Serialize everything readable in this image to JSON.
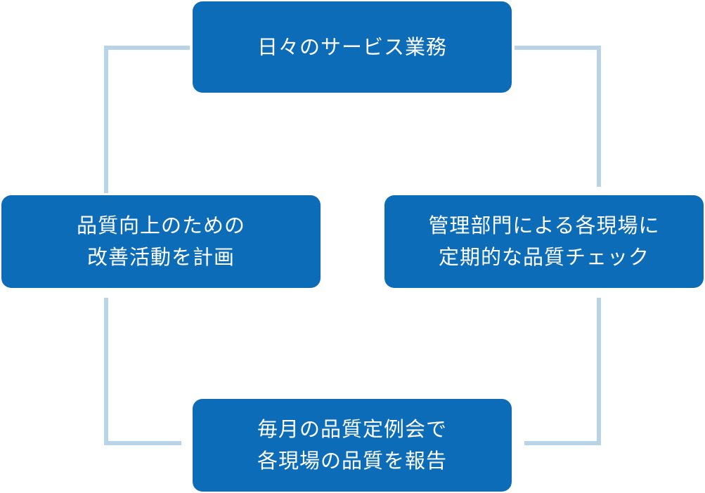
{
  "cycle": {
    "top": {
      "lines": [
        "日々のサービス業務"
      ]
    },
    "right": {
      "lines": [
        "管理部門による各現場に",
        "定期的な品質チェック"
      ]
    },
    "bottom": {
      "lines": [
        "毎月の品質定例会で",
        "各現場の品質を報告"
      ]
    },
    "left": {
      "lines": [
        "品質向上のための",
        "改善活動を計画"
      ]
    }
  },
  "colors": {
    "box_fill": "#0d6cb8",
    "box_text": "#ffffff",
    "connector": "#b9d3e8"
  }
}
